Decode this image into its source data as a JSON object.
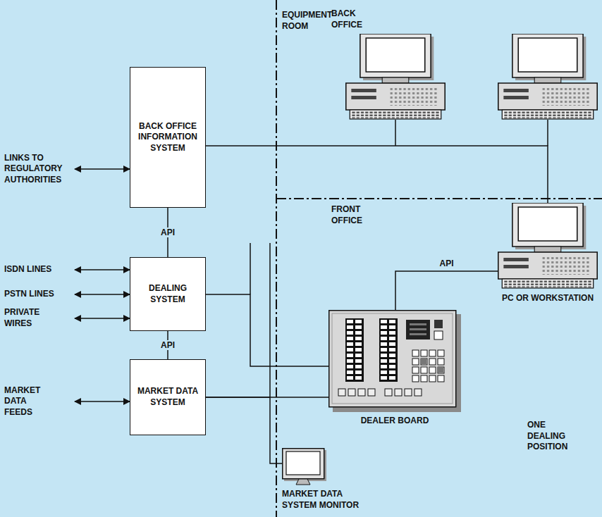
{
  "diagram": {
    "nodes": [
      {
        "text": [
          "BACK OFFICE INFORMATION SYSTEM"
        ]
      },
      {
        "text": [
          "DEALING SYSTEM"
        ]
      },
      {
        "text": [
          "MARKET DATA SYSTEM"
        ]
      },
      {
        "text": [
          "PC OR WORKSTATION"
        ]
      },
      {
        "text": [
          "DEALER BOARD"
        ]
      },
      {
        "text": [
          "MARKET DATA SYSTEM MONITOR"
        ]
      }
    ],
    "edges": [
      {
        "from": 0,
        "to": 1,
        "label": "API",
        "arrow": "none"
      },
      {
        "from": 1,
        "to": 2,
        "label": "API",
        "arrow": "none"
      },
      {
        "from": 1,
        "to": 4,
        "arrow": "none"
      },
      {
        "from": 2,
        "to": 4,
        "arrow": "none"
      },
      {
        "from": 2,
        "to": 5,
        "arrow": "none"
      },
      {
        "from": 4,
        "to": 3,
        "label": "API",
        "arrow": "none"
      },
      {
        "from": 0,
        "to": 3,
        "arrow": "none"
      }
    ],
    "labels": [
      "EQUIPMENT ROOM",
      "BACK OFFICE",
      "FRONT OFFICE",
      "ONE DEALING POSITION",
      "LINKS TO REGULATORY AUTHORITIES",
      "ISDN LINES",
      "PSTN LINES",
      "PRIVATE WIRES",
      "MARKET DATA FEEDS"
    ]
  }
}
